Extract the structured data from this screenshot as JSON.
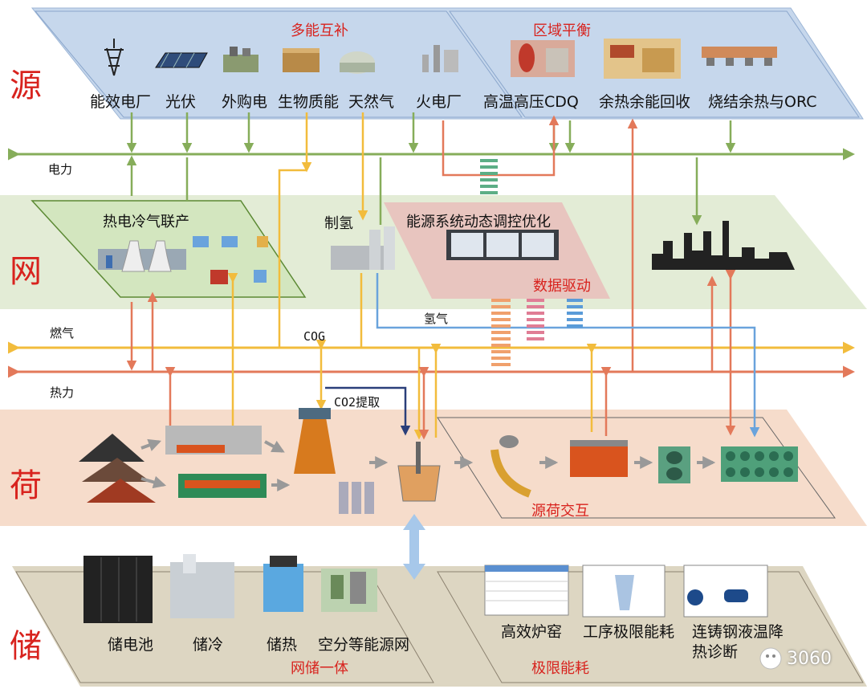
{
  "layers": {
    "source": "源",
    "grid": "网",
    "load": "荷",
    "storage": "储"
  },
  "source_layer": {
    "group_left_title": "多能互补",
    "group_right_title": "区域平衡",
    "items": [
      "能效电厂",
      "光伏",
      "外购电",
      "生物质能",
      "天然气",
      "火电厂",
      "高温高压CDQ",
      "余热余能回收",
      "烧结余热与ORC"
    ]
  },
  "grid_layer": {
    "chp": "热电冷气联产",
    "hydrogen": "制氢",
    "optimization": "能源系统动态调控优化",
    "data_driven": "数据驱动"
  },
  "lines": {
    "electricity": "电力",
    "gas": "燃气",
    "cog": "COG",
    "hydrogen_gas": "氢气",
    "heat": "热力",
    "co2": "CO2提取"
  },
  "load_layer": {
    "interaction": "源荷交互"
  },
  "storage_layer": {
    "items": [
      "储电池",
      "储冷",
      "储热",
      "空分等能源网"
    ],
    "group_left_title": "网储一体",
    "right_items": [
      "高效炉窑",
      "工序极限能耗",
      "连铸钢液温降",
      "热诊断"
    ],
    "group_right_title": "极限能耗"
  },
  "watermark": "3060",
  "colors": {
    "electricity": "#86ad5a",
    "gas": "#f2bc3c",
    "heat": "#e3795a",
    "hydrogen": "#6aa3dc",
    "co2": "#2a3f7a",
    "accent_red": "#d8231e"
  }
}
